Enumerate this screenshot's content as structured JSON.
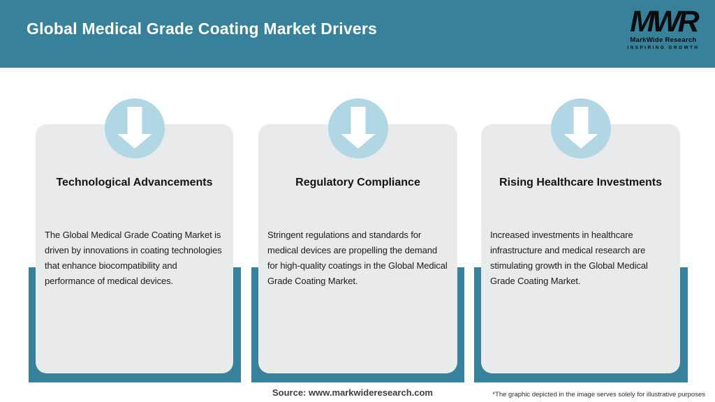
{
  "header": {
    "title": "Global Medical Grade Coating Market Drivers",
    "logo": {
      "acronym": "MWR",
      "name": "MarkWide Research",
      "tagline": "INSPIRING GROWTH"
    }
  },
  "cards": [
    {
      "icon": "down-arrow-icon",
      "title": "Technological Advancements",
      "description": "The Global Medical Grade Coating Market is driven by innovations in coating technologies that enhance biocompatibility and performance of medical devices."
    },
    {
      "icon": "down-arrow-icon",
      "title": "Regulatory Compliance",
      "description": "Stringent regulations and standards for medical devices are propelling the demand for high-quality coatings in the Global Medical Grade Coating Market."
    },
    {
      "icon": "down-arrow-icon",
      "title": "Rising Healthcare Investments",
      "description": "Increased investments in healthcare infrastructure and medical research are stimulating growth in the Global Medical Grade Coating Market."
    }
  ],
  "footer": {
    "source": "Source: www.markwideresearch.com",
    "disclaimer": "*The graphic depicted in the image serves solely for illustrative purposes"
  },
  "colors": {
    "header_teal": "#37819B",
    "tray_teal": "#37819B",
    "card_bg": "#E8EAEB",
    "circle_blue": "#B2D7E4",
    "title_text": "#141414",
    "white": "#FFFFFF"
  }
}
